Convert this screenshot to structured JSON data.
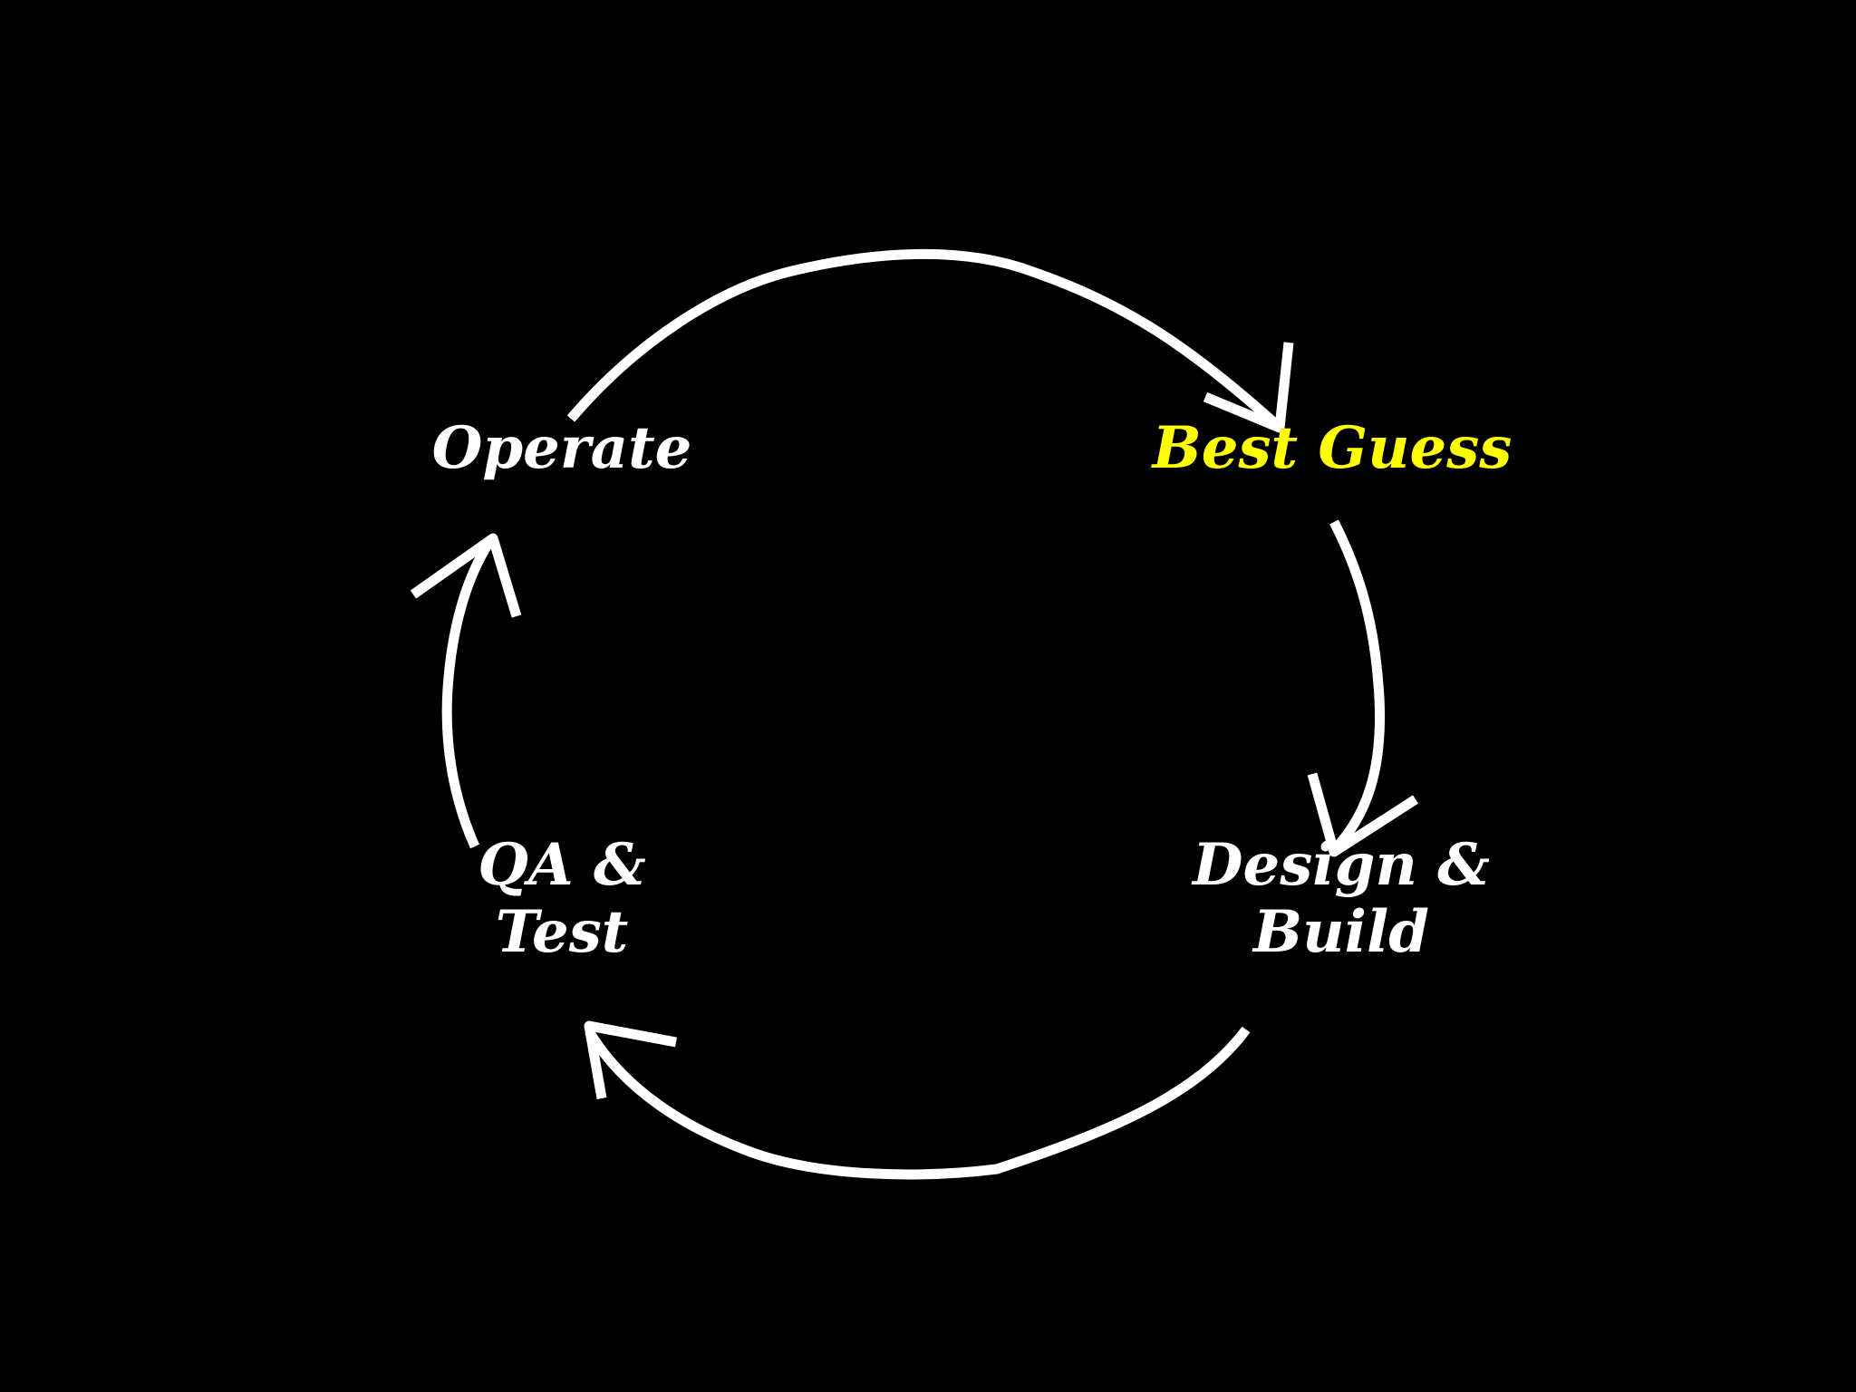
{
  "nodes": {
    "operate": {
      "lines": [
        "Operate"
      ]
    },
    "best_guess": {
      "lines": [
        "Best Guess"
      ],
      "color": "#ffff00"
    },
    "design_build": {
      "lines": [
        "Design &",
        "Build"
      ]
    },
    "qa_test": {
      "lines": [
        "QA &",
        "Test"
      ]
    }
  },
  "colors": {
    "background": "#000000",
    "arrows": "#ffffff",
    "default_text": "#ffffff",
    "highlight_text": "#ffff00"
  }
}
